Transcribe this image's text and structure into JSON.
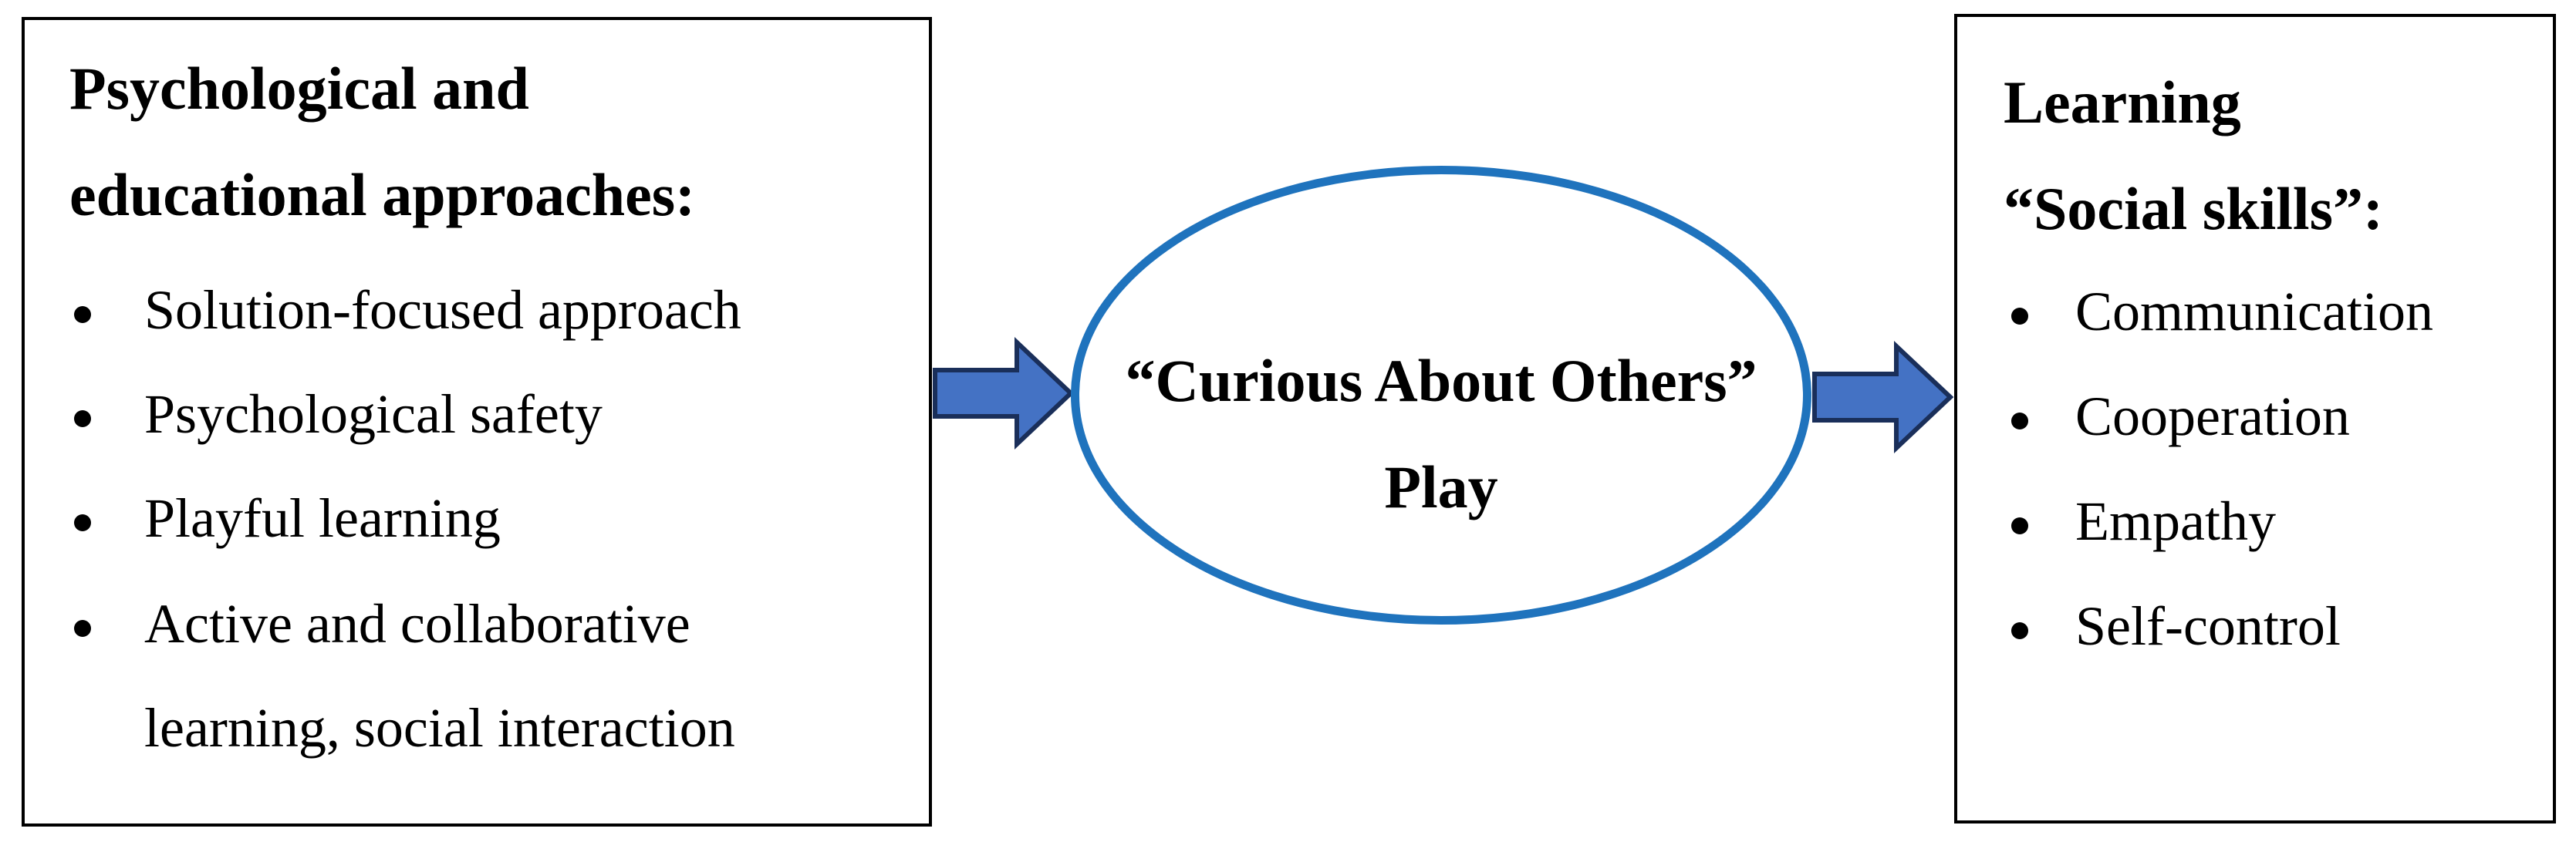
{
  "approaches": {
    "heading_line1": "Psychological and",
    "heading_line2": "educational approaches:",
    "items": [
      "Solution-focused approach",
      "Psychological safety",
      "Playful learning",
      "Active and collaborative",
      "learning, social interaction"
    ]
  },
  "center": {
    "line1": "“Curious About Others”",
    "line2": "Play",
    "border_color": "#1f73bd"
  },
  "outcomes": {
    "heading_line1": "Learning",
    "heading_line2": "“Social skills”:",
    "items": [
      "Communication",
      "Cooperation",
      "Empathy",
      "Self-control"
    ]
  },
  "arrows": {
    "fill_color": "#4472c4",
    "stroke_color": "#1a2f5a"
  }
}
